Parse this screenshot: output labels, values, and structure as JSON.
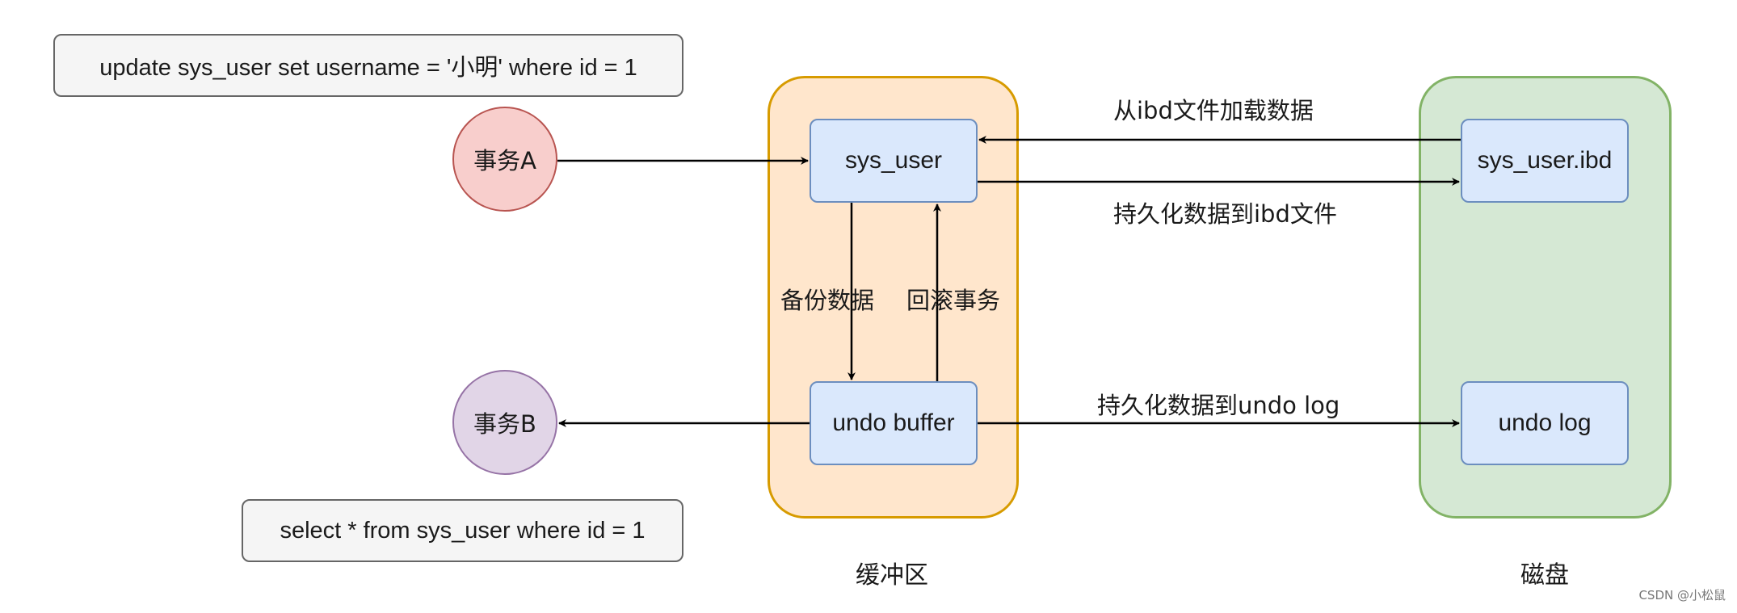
{
  "sql": {
    "update": "update sys_user set username = '小明' where id = 1",
    "select": "select * from sys_user where id = 1"
  },
  "transactions": {
    "a": "事务A",
    "b": "事务B"
  },
  "buffer": {
    "caption": "缓冲区",
    "table": "sys_user",
    "undo": "undo buffer"
  },
  "disk": {
    "caption": "磁盘",
    "table_file": "sys_user.ibd",
    "undo_log": "undo log"
  },
  "edges": {
    "load": "从ibd文件加载数据",
    "persist_ibd": "持久化数据到ibd文件",
    "backup": "备份数据",
    "rollback": "回滚事务",
    "persist_undo": "持久化数据到undo log"
  },
  "watermark": "CSDN @小松鼠",
  "colors": {
    "buffer_fill": "#ffe6cc",
    "buffer_border": "#d79b00",
    "disk_fill": "#d5e8d4",
    "disk_border": "#82b366",
    "node_fill": "#dae8fc",
    "node_border": "#6c8ebf",
    "tx_a_fill": "#f8cecc",
    "tx_b_fill": "#e1d5e7"
  }
}
